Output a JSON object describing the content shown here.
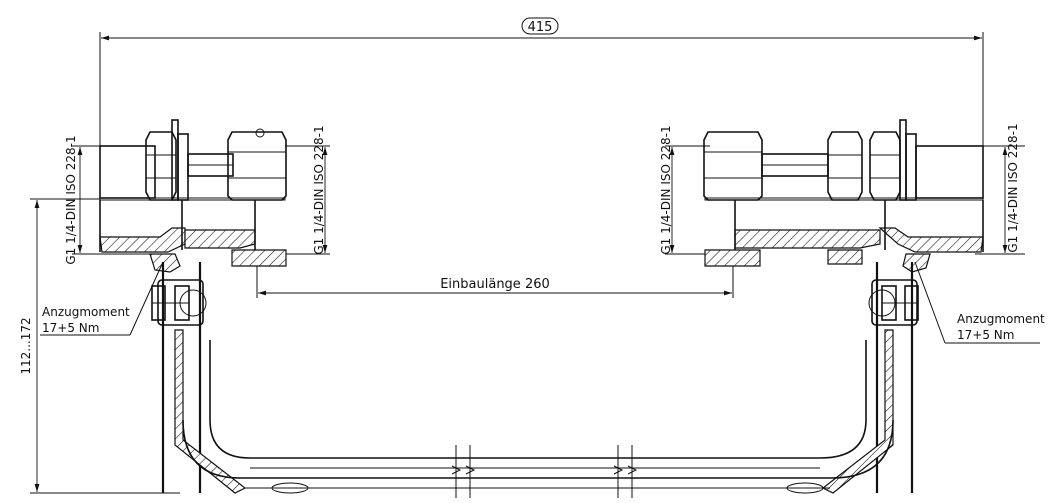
{
  "dimensions": {
    "overall_width": "415",
    "installation_length": "Einbaulänge 260",
    "height_range": "112...172"
  },
  "thread_spec": {
    "left_outer": "G1 1/4-DIN ISO 228-1",
    "left_inner": "G1 1/4-DIN ISO 228-1",
    "right_inner": "G1 1/4-DIN ISO 228-1",
    "right_outer": "G1 1/4-DIN ISO 228-1"
  },
  "torque_left": {
    "label": "Anzugmoment",
    "value": "17+5 Nm"
  },
  "torque_right": {
    "label": "Anzugmoment",
    "value": "17+5 Nm"
  }
}
